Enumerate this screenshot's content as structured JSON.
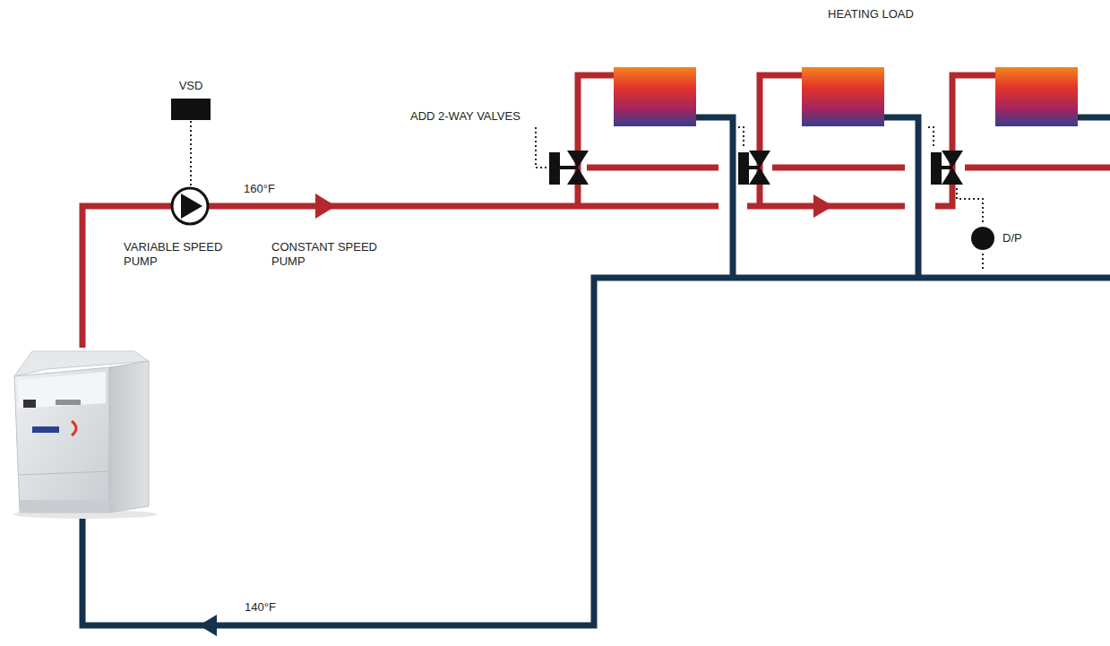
{
  "diagram": {
    "nodes": [
      {
        "text": [
          "VSD"
        ]
      },
      {
        "text": [
          "VARIABLE SPEED PUMP"
        ]
      },
      {
        "text": [
          "D/P"
        ]
      }
    ],
    "edges": [
      {
        "from": 0,
        "to": 1,
        "arrow": "none"
      }
    ],
    "labels": [
      "HEATING LOAD",
      "ADD 2-WAY VALVES",
      "160°F",
      "CONSTANT SPEED PUMP",
      "140°F"
    ]
  }
}
